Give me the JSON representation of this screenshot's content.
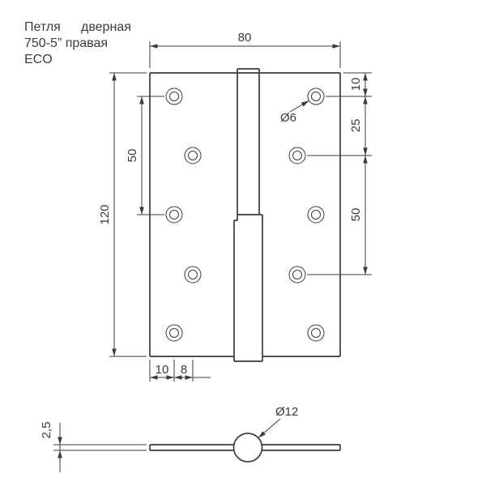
{
  "title": {
    "word1": "Петля",
    "word2": "дверная",
    "line2": "750-5” правая",
    "line3": "ECO"
  },
  "dims": {
    "width": "80",
    "height": "120",
    "left_hole_span": "50",
    "top_offset": "10",
    "row_gap": "25",
    "right_hole_span": "50",
    "hole_col_offset": "10",
    "hole_col_gap": "8",
    "hole_diameter": "Ø6",
    "knuckle_diameter": "Ø12",
    "plate_thickness": "2,5"
  },
  "colors": {
    "line": "#3b3b3b",
    "background": "#ffffff"
  }
}
